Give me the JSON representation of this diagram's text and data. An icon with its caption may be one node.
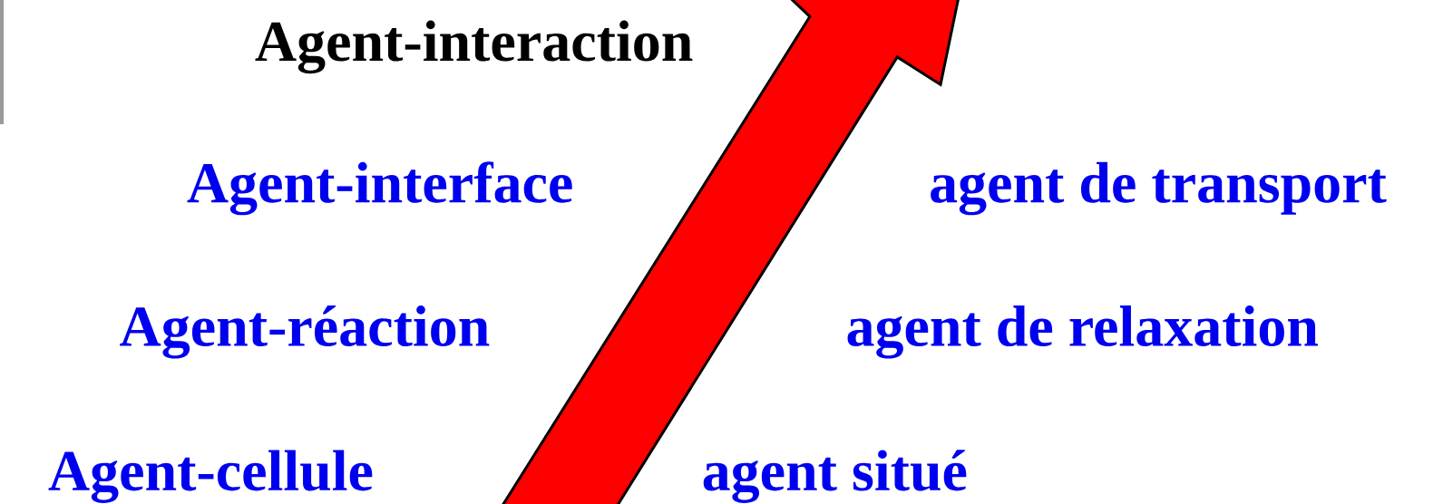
{
  "diagram": {
    "labels": [
      "Agent-interaction",
      "Agent-interface",
      "agent de transport",
      "Agent-réaction",
      "agent de relaxation",
      "Agent-cellule",
      "agent situé"
    ]
  }
}
